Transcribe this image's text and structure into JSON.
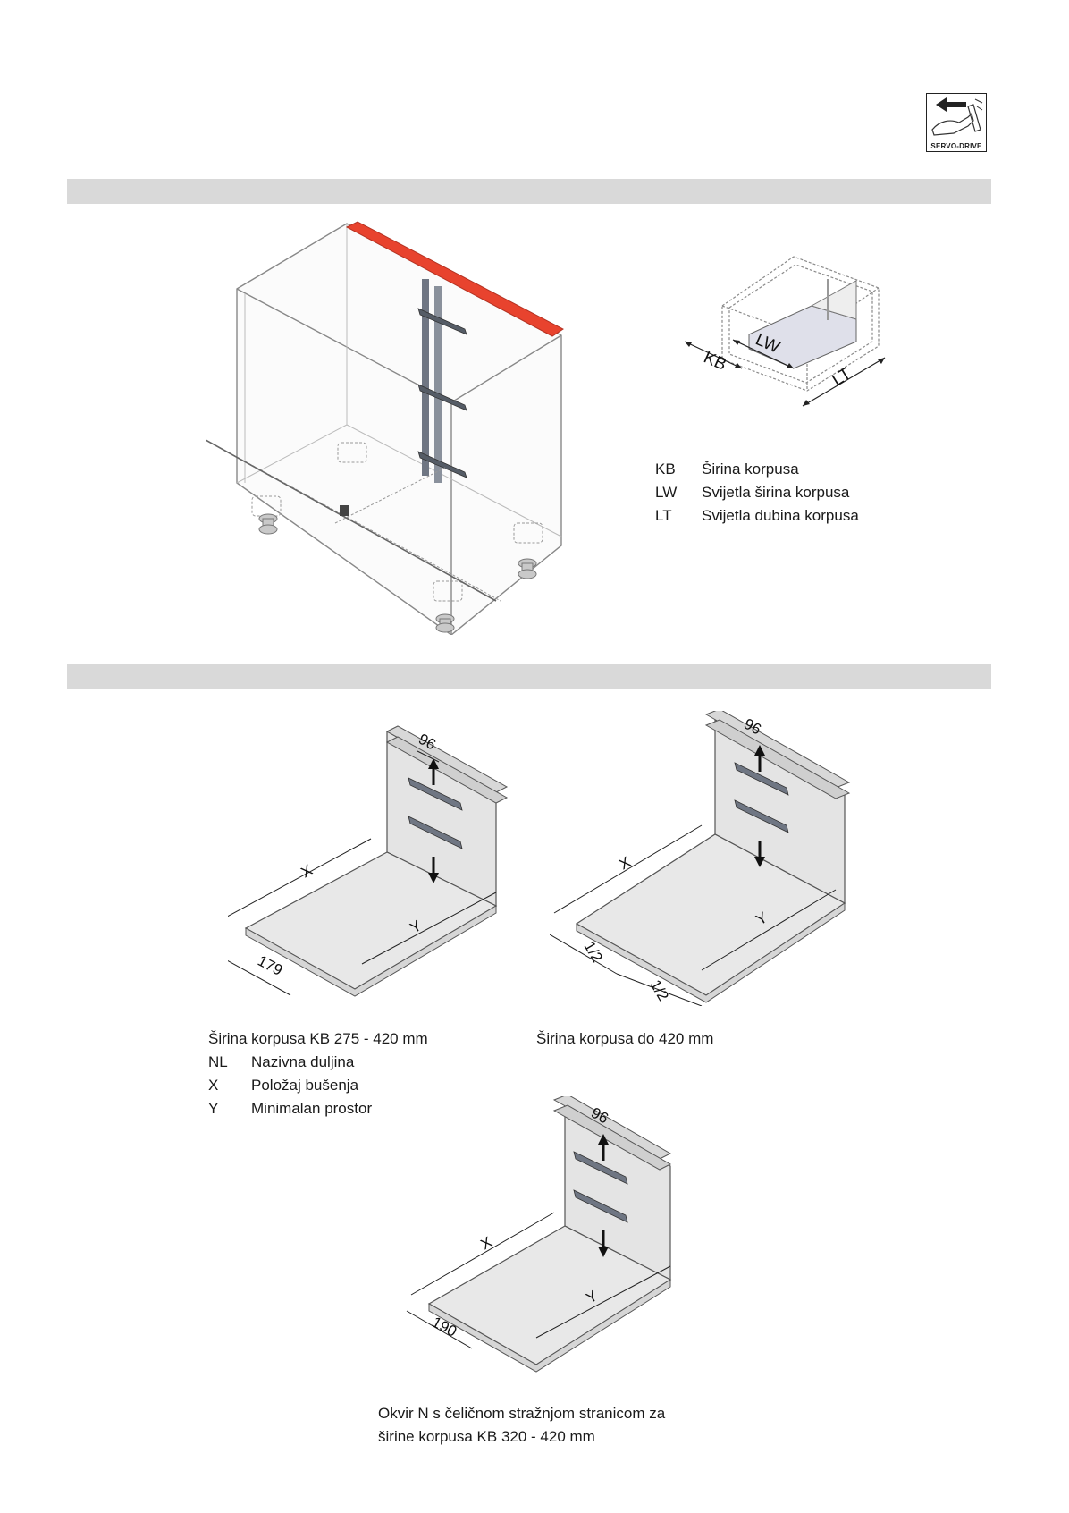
{
  "badge": {
    "label": "SERVO-DRIVE",
    "icon": "servo-drive-icon"
  },
  "section1": {
    "dimension_labels": {
      "lw": "LW",
      "kb": "KB",
      "lt": "LT"
    },
    "legend": [
      {
        "key": "KB",
        "text": "Širina korpusa"
      },
      {
        "key": "LW",
        "text": "Svijetla širina korpusa"
      },
      {
        "key": "LT",
        "text": "Svijetla dubina korpusa"
      }
    ]
  },
  "section2": {
    "figure1": {
      "dim_top": "96",
      "dim_x": "X",
      "dim_y": "Y",
      "dim_front": "179"
    },
    "figure2": {
      "dim_top": "96",
      "dim_x": "X",
      "dim_y": "Y",
      "half_1": "1/2",
      "half_2": "1/2"
    },
    "figure3": {
      "dim_top": "96",
      "dim_x": "X",
      "dim_y": "Y",
      "dim_front": "190"
    },
    "caption1": {
      "title": "Širina korpusa KB 275 - 420 mm",
      "legend": [
        {
          "key": "NL",
          "text": "Nazivna duljina"
        },
        {
          "key": "X",
          "text": "Položaj bušenja"
        },
        {
          "key": "Y",
          "text": "Minimalan prostor"
        }
      ]
    },
    "caption2": {
      "title": "Širina korpusa do 420 mm"
    },
    "caption3": {
      "line1": "Okvir N s čeličnom stražnjom stranicom za",
      "line2": "širine korpusa KB 320 - 420 mm"
    }
  },
  "colors": {
    "accent": "#e8432e",
    "band": "#d9d9d9",
    "panel": "#e4e4e4"
  }
}
